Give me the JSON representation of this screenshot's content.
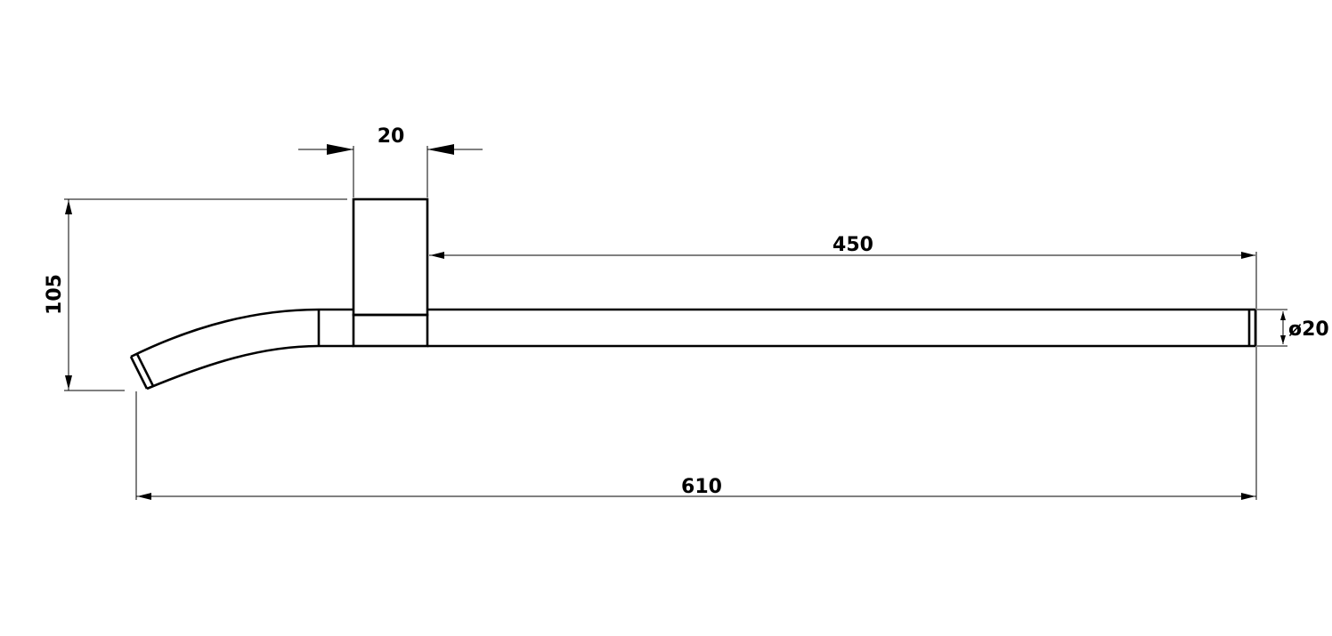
{
  "dimensions": {
    "bracket_width": "20",
    "bar_length": "450",
    "overall_length": "610",
    "height": "105",
    "diameter": "ø20"
  },
  "colors": {
    "line": "#000000",
    "background": "#ffffff"
  }
}
